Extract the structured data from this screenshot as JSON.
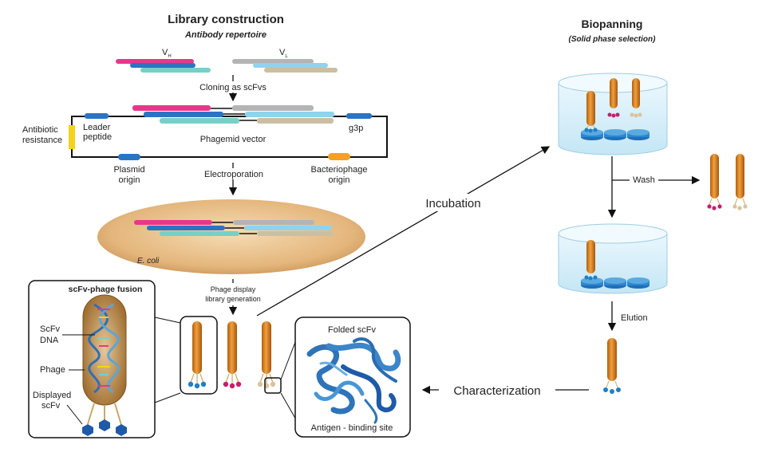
{
  "library": {
    "title": "Library construction",
    "subtitle": "Antibody repertoire",
    "vh": "V",
    "vh_sub": "H",
    "vl": "V",
    "vl_sub": "L",
    "cloning": "Cloning as scFvs",
    "leader1": "Leader",
    "leader2": "peptide",
    "g3p": "g3p",
    "antibiotic1": "Antibiotic",
    "antibiotic2": "resistance",
    "phagemid": "Phagemid vector",
    "plasmid1": "Plasmid",
    "plasmid2": "origin",
    "electroporation": "Electroporation",
    "bacteriophage1": "Bacteriophage",
    "bacteriophage2": "origin",
    "ecoli": "E. coli",
    "phage_display1": "Phage display",
    "phage_display2": "library generation"
  },
  "fusion": {
    "title": "scFv-phage fusion",
    "scfv_dna1": "ScFv",
    "scfv_dna2": "DNA",
    "phage": "Phage",
    "displayed1": "Displayed",
    "displayed2": "scFv"
  },
  "folded": {
    "title": "Folded scFv",
    "binding": "Antigen - binding site"
  },
  "biopanning": {
    "title": "Biopanning",
    "subtitle": "(Solid phase selection)",
    "wash": "Wash",
    "elution": "Elution"
  },
  "incubation": "Incubation",
  "characterization": "Characterization",
  "colors": {
    "pink": "#e8378a",
    "blue": "#2b74c4",
    "teal": "#77cfc8",
    "gray": "#b4b4b4",
    "lightblue": "#8fd3ee",
    "tan": "#cbbfa3",
    "phage_orange": "#d07a18",
    "ecoli": "#e7c38f",
    "well": "#d9f0fb",
    "protein": "#2f74b8"
  }
}
